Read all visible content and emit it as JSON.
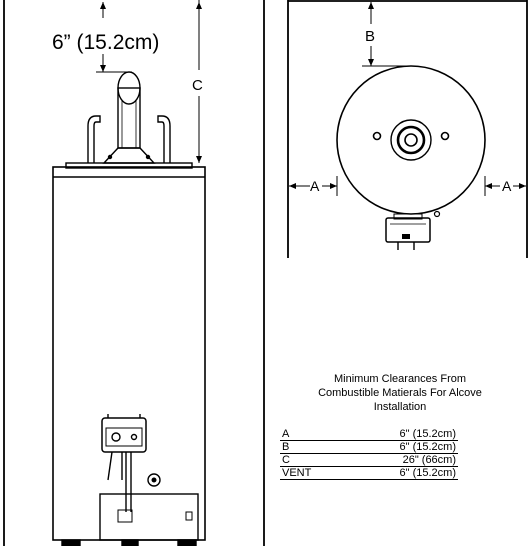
{
  "front_view": {
    "vent_dimension_label": "6”  (15.2cm)",
    "height_label": "C"
  },
  "top_view": {
    "top_label": "B",
    "left_label": "A",
    "right_label": "A"
  },
  "clearance_table": {
    "heading_line1": "Minimum Clearances From",
    "heading_line2": "Combustible Matierals For Alcove",
    "heading_line3": "Installation",
    "rows": [
      {
        "label": "A",
        "value": "6\" (15.2cm)"
      },
      {
        "label": "B",
        "value": "6\" (15.2cm)"
      },
      {
        "label": "C",
        "value": "26\" (66cm)"
      },
      {
        "label": "VENT",
        "value": "6\" (15.2cm)"
      }
    ]
  }
}
